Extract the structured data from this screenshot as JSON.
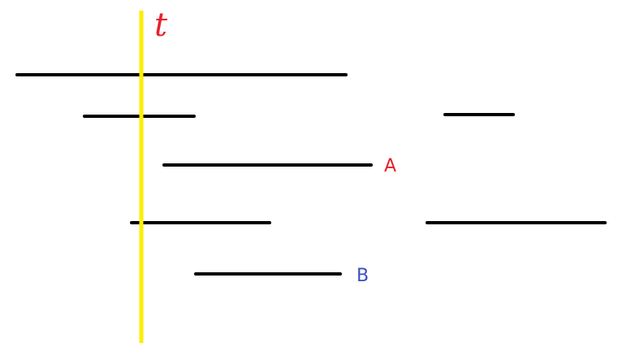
{
  "labels": {
    "time": "t",
    "a": "A",
    "b": "B"
  },
  "colors": {
    "segments": "#000000",
    "time_line": "#ffee00",
    "label_t": "#e8202a",
    "label_a": "#e8202a",
    "label_b": "#3d4fc0"
  }
}
